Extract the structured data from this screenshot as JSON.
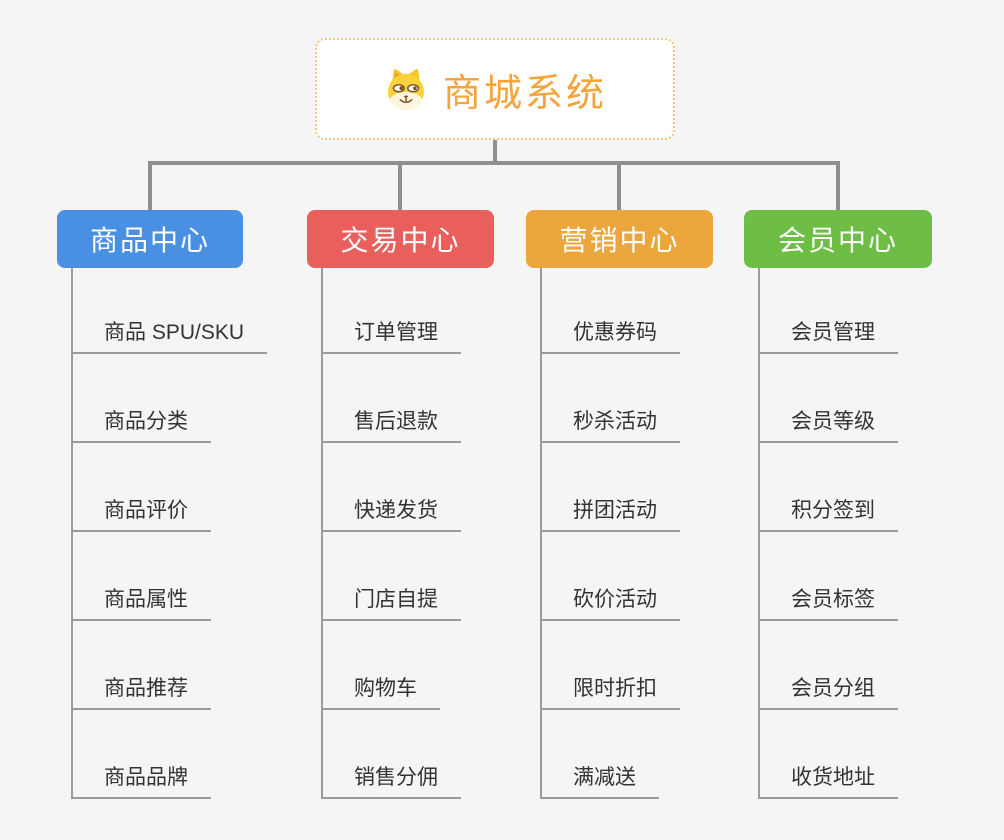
{
  "root": {
    "title": "商城系统",
    "icon": "dog-face-icon",
    "accent_color": "#f5a43b",
    "border_color": "#f6c480"
  },
  "connector_color": "#8f8f8f",
  "line_color": "#9b9b9b",
  "branches": [
    {
      "label": "商品中心",
      "color": "#4a90e2",
      "children": [
        "商品 SPU/SKU",
        "商品分类",
        "商品评价",
        "商品属性",
        "商品推荐",
        "商品品牌"
      ]
    },
    {
      "label": "交易中心",
      "color": "#e85f5c",
      "children": [
        "订单管理",
        "售后退款",
        "快递发货",
        "门店自提",
        "购物车",
        "销售分佣"
      ]
    },
    {
      "label": "营销中心",
      "color": "#eba73e",
      "children": [
        "优惠券码",
        "秒杀活动",
        "拼团活动",
        "砍价活动",
        "限时折扣",
        "满减送"
      ]
    },
    {
      "label": "会员中心",
      "color": "#6ebe45",
      "children": [
        "会员管理",
        "会员等级",
        "积分签到",
        "会员标签",
        "会员分组",
        "收货地址"
      ]
    }
  ]
}
